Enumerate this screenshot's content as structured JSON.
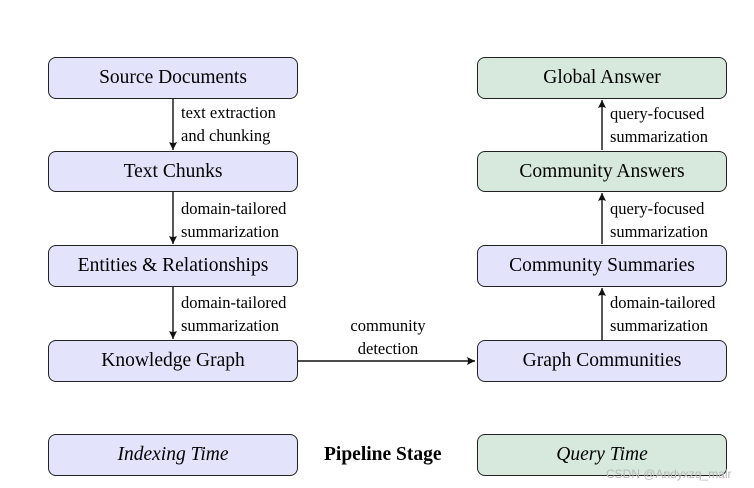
{
  "nodes": {
    "source_documents": "Source Documents",
    "text_chunks": "Text Chunks",
    "entities_relationships": "Entities & Relationships",
    "knowledge_graph": "Knowledge Graph",
    "graph_communities": "Graph Communities",
    "community_summaries": "Community Summaries",
    "community_answers": "Community Answers",
    "global_answer": "Global Answer"
  },
  "edges": {
    "text_extraction": [
      "text extraction",
      "and chunking"
    ],
    "domain_tailored_1": [
      "domain-tailored",
      "summarization"
    ],
    "domain_tailored_2": [
      "domain-tailored",
      "summarization"
    ],
    "community_detection": [
      "community",
      "detection"
    ],
    "domain_tailored_3": [
      "domain-tailored",
      "summarization"
    ],
    "query_focused_1": [
      "query-focused",
      "summarization"
    ],
    "query_focused_2": [
      "query-focused",
      "summarization"
    ]
  },
  "legend": {
    "indexing_time": "Indexing Time",
    "pipeline_stage": "Pipeline Stage",
    "query_time": "Query Time"
  },
  "colors": {
    "indexing": "#e3e3fb",
    "query": "#d6e9dc",
    "stroke": "#222222"
  },
  "watermark": "CSDN @Andyxzq_mair"
}
